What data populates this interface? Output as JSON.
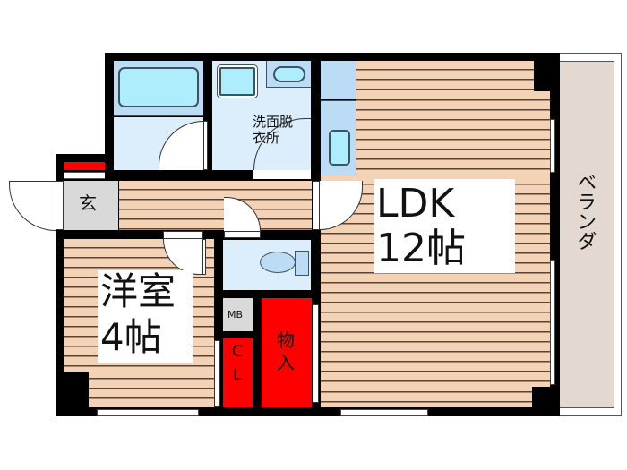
{
  "floorplan": {
    "rooms": {
      "ldk": {
        "name": "LDK",
        "size": "12帖"
      },
      "western_room": {
        "name": "洋室",
        "size": "4帖"
      },
      "washroom": {
        "name_line1": "洗面脱",
        "name_line2": "衣所"
      },
      "entrance": {
        "name": "玄"
      },
      "closet": {
        "name_line1": "C",
        "name_line2": "L"
      },
      "storage": {
        "name_line1": "物",
        "name_line2": "入"
      },
      "meter_box": {
        "name": "MB"
      },
      "veranda": {
        "name": "ベランダ"
      }
    },
    "colors": {
      "wall": "#000000",
      "flooring": "#f3d2b5",
      "flooring_line": "#5a4332",
      "wet_area": "#dceefb",
      "fixture": "#aeeefc",
      "storage_red": "#ff0000",
      "entrance_gray": "#d9d9d9",
      "veranda": "#e3d9d0"
    }
  }
}
